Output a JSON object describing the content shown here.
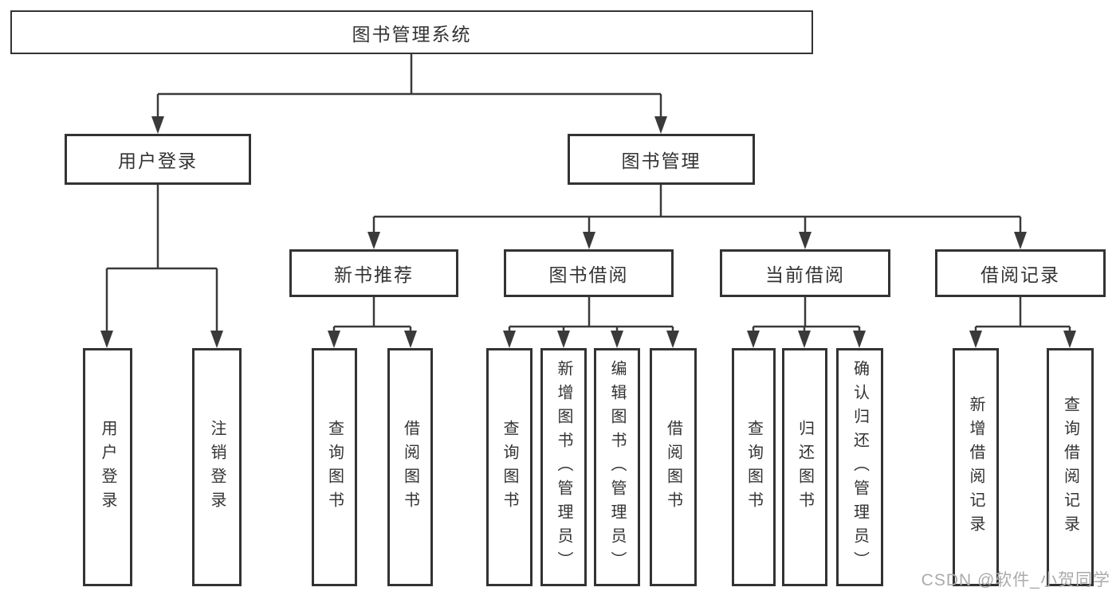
{
  "nodes": {
    "root": {
      "label": "图书管理系统"
    },
    "level2": [
      {
        "label": "用户登录"
      },
      {
        "label": "图书管理"
      }
    ],
    "level3": [
      {
        "label": "新书推荐"
      },
      {
        "label": "图书借阅"
      },
      {
        "label": "当前借阅"
      },
      {
        "label": "借阅记录"
      }
    ],
    "leaves": {
      "user_login": [
        {
          "label": "用户登录"
        },
        {
          "label": "注销登录"
        }
      ],
      "new_book": [
        {
          "label": "查询图书"
        },
        {
          "label": "借阅图书"
        }
      ],
      "borrow": [
        {
          "label": "查询图书"
        },
        {
          "label": "新增图书（管理员）"
        },
        {
          "label": "编辑图书（管理员）"
        },
        {
          "label": "借阅图书"
        }
      ],
      "current": [
        {
          "label": "查询图书"
        },
        {
          "label": "归还图书"
        },
        {
          "label": "确认归还（管理员）"
        }
      ],
      "records": [
        {
          "label": "新增借阅记录"
        },
        {
          "label": "查询借阅记录"
        }
      ]
    }
  },
  "watermark": "CSDN @软件_小贺同学",
  "colors": {
    "line": "#3a3a3a",
    "border": "#333333",
    "text": "#333333",
    "watermark": "#ababab",
    "background": "#ffffff"
  }
}
